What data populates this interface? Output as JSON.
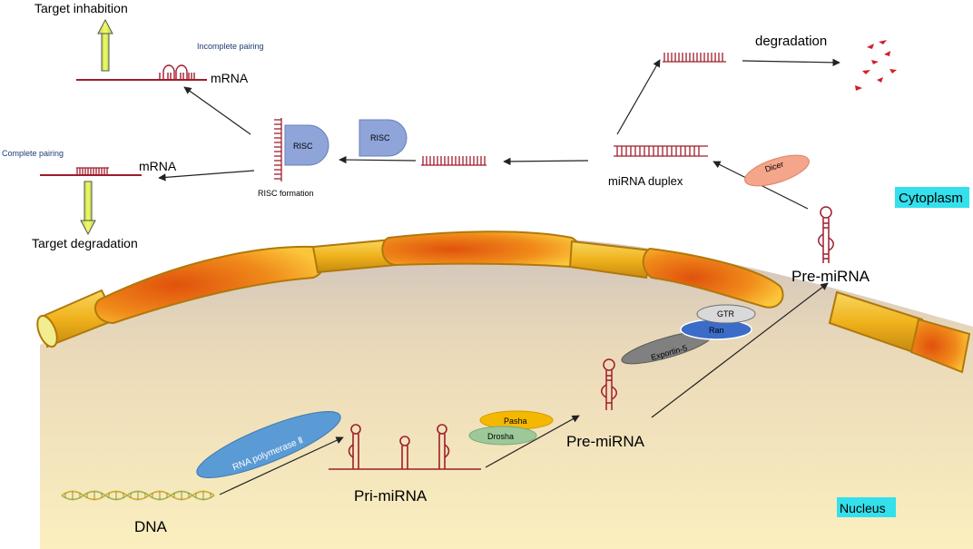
{
  "labels": {
    "target_inhibition": "Target inhabition",
    "incomplete_pairing": "Incomplete pairing",
    "mrna_top": "mRNA",
    "complete_pairing": "Complete pairing",
    "mrna_bottom": "mRNA",
    "target_degradation": "Target degradation",
    "risc_formation": "RISC formation",
    "risc_complex": "RISC",
    "risc_free": "RISC",
    "degradation": "degradation",
    "mirna_duplex": "miRNA duplex",
    "dicer": "Dicer",
    "cytoplasm": "Cytoplasm",
    "pre_mirna_cyto": "Pre-miRNA",
    "gtr": "GTR",
    "ran": "Ran",
    "exportin": "Exportin-5",
    "pasha": "Pasha",
    "drosha": "Drosha",
    "pre_mirna_nuc": "Pre-miRNA",
    "rna_polymerase": "RNA polymerase Ⅱ",
    "pri_mirna": "Pri-miRNA",
    "dna": "DNA",
    "nucleus": "Nucleus"
  },
  "colors": {
    "rna_strand": "#a01c2c",
    "risc": "#8fa4d8",
    "dicer": "#f4a58a",
    "pasha": "#f5b800",
    "drosha": "#9dc99a",
    "ran": "#3a6cc8",
    "gtr": "#d9d9d9",
    "exportin": "#808080",
    "rna_polymerase": "#5b9bd5",
    "label_box": "#33e0ec",
    "membrane_gold": "#f5c542",
    "membrane_orange": "#e56a10",
    "nucleus_fill": "#f6e7b8",
    "inhibition_arrow": "#d9f04a"
  }
}
